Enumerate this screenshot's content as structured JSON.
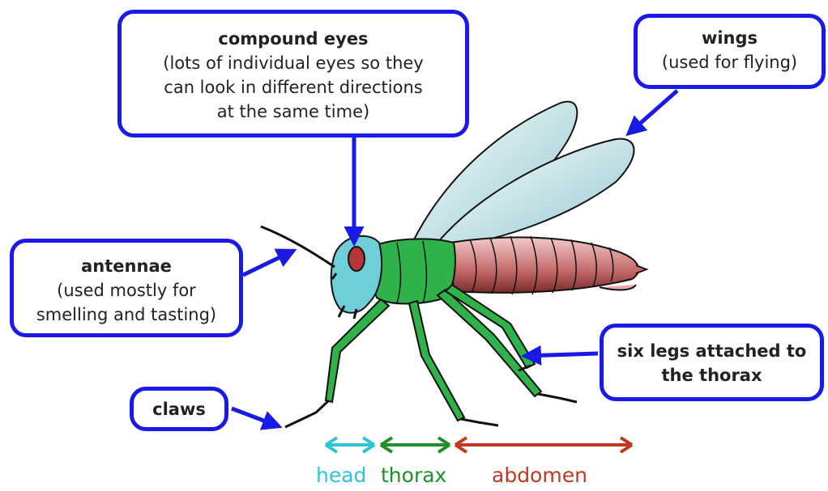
{
  "callouts": {
    "eyes": {
      "title": "compound eyes",
      "line1": "(lots of individual eyes so they",
      "line2": "can look in different directions",
      "line3": "at the same time)"
    },
    "wings": {
      "title": "wings",
      "line1": "(used for flying)"
    },
    "antennae": {
      "title": "antennae",
      "line1": "(used mostly for",
      "line2": "smelling and tasting)"
    },
    "legs": {
      "line1": "six legs attached to",
      "line2": "the thorax"
    },
    "claws": {
      "title": "claws"
    }
  },
  "segments": {
    "head": "head",
    "thorax": "thorax",
    "abdomen": "abdomen"
  },
  "colors": {
    "callout_border": "#1a1ae6",
    "head": "#2ec4d6",
    "thorax": "#1f8f2a",
    "abdomen": "#c0391f"
  }
}
